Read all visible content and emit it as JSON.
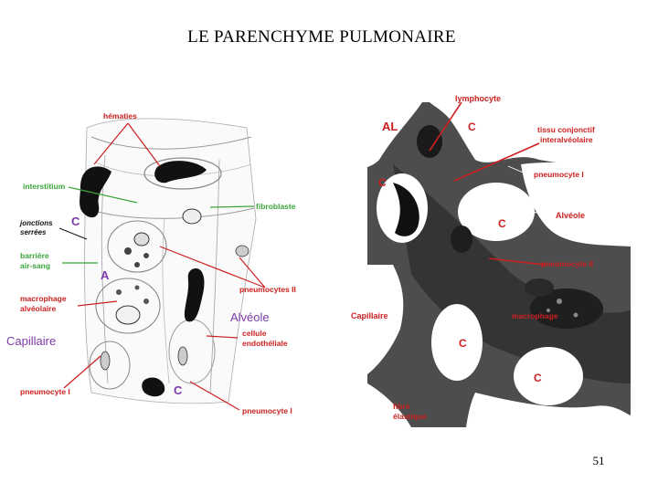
{
  "title": "LE PARENCHYME PULMONAIRE",
  "page_number": "51",
  "colors": {
    "red": "#cc2020",
    "green": "#3aa53a",
    "blue": "#2244aa",
    "purple": "#7a3aa8",
    "ink": "#111111"
  },
  "drawing": {
    "labels": {
      "hematies": "hématies",
      "interstitium": "interstitium",
      "fibroblaste": "fibroblaste",
      "jonctions_1": "jonctions",
      "jonctions_2": "serrées",
      "barriere_1": "barrière",
      "barriere_2": "air-sang",
      "macrophage_1": "macrophage",
      "macrophage_2": "alvéolaire",
      "pneumocytes_ii": "pneumocytes II",
      "alveole": "Alvéole",
      "cellule_1": "cellule",
      "cellule_2": "endothéliale",
      "capillaire": "Capillaire",
      "pneumocyte_i_left": "pneumocyte I",
      "pneumocyte_i_bottom": "pneumocyte I",
      "c_top": "C",
      "a": "A",
      "c_bottom": "C"
    }
  },
  "micrograph": {
    "labels": {
      "lymphocyte": "lymphocyte",
      "al": "AL",
      "c1": "C",
      "tissu_1": "tissu conjonctif",
      "tissu_2": "interalvéolaire",
      "pneumocyte_i": "pneumocyte I",
      "c2": "C",
      "c3": "C",
      "alveole": "Alvéole",
      "pneumocyte_ii": "pneumocyte II",
      "capillaire": "Capillaire",
      "macrophage": "macrophage",
      "c4": "C",
      "c5": "C",
      "fibre_1": "fibre",
      "fibre_2": "élastique"
    }
  }
}
